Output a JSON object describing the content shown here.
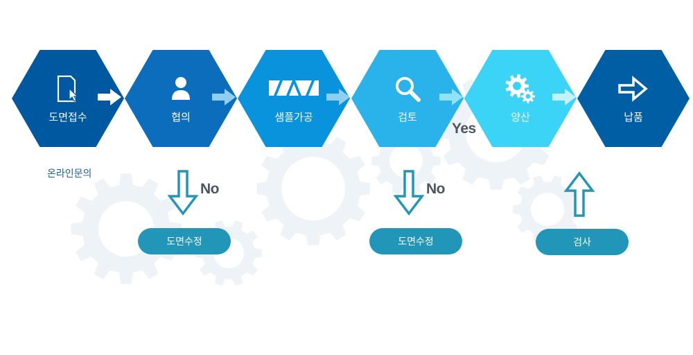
{
  "steps": [
    {
      "label": "도면접수",
      "icon": "document-cursor-icon",
      "color": "#0058a1"
    },
    {
      "label": "협의",
      "icon": "person-icon",
      "color": "#0b6dbb"
    },
    {
      "label": "샘플가공",
      "icon": "sample-processing-icon",
      "color": "#0893dc"
    },
    {
      "label": "검토",
      "icon": "magnifier-icon",
      "color": "#2ab3ea"
    },
    {
      "label": "양산",
      "icon": "gears-icon",
      "color": "#3bd3f6"
    },
    {
      "label": "납품",
      "icon": "arrow-right-icon",
      "color": "#005ea5"
    }
  ],
  "online_inquiry": "온라인문의",
  "branches": {
    "consult_no": "No",
    "review_no": "No",
    "review_yes": "Yes"
  },
  "pills": {
    "revision_1": "도면수정",
    "revision_2": "도면수정",
    "inspection": "검사"
  },
  "colors": {
    "step_arrow": "#ffffff",
    "branch_arrow": "#2196b9",
    "pill": "#2196b9",
    "gear_background": "#eef3f8"
  }
}
